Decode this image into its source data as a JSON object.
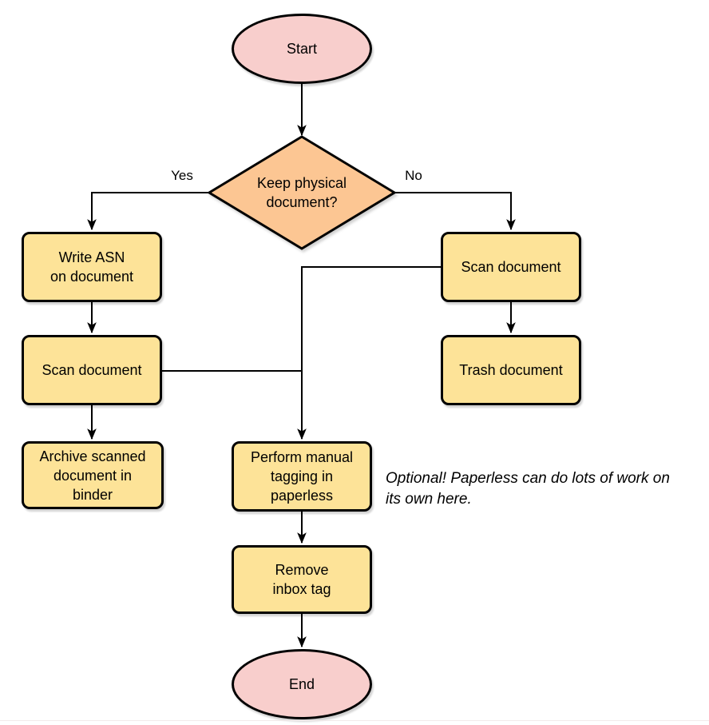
{
  "diagram": {
    "nodes": {
      "start": {
        "label": "Start",
        "type": "terminal"
      },
      "decision": {
        "label": "Keep physical\ndocument?",
        "type": "decision"
      },
      "write_asn": {
        "label": "Write ASN\non document",
        "type": "process"
      },
      "scan_left": {
        "label": "Scan document",
        "type": "process"
      },
      "archive": {
        "label": "Archive scanned\ndocument in\nbinder",
        "type": "process"
      },
      "scan_right": {
        "label": "Scan document",
        "type": "process"
      },
      "trash": {
        "label": "Trash document",
        "type": "process"
      },
      "tagging": {
        "label": "Perform manual\ntagging in\npaperless",
        "type": "process"
      },
      "remove_tag": {
        "label": "Remove\ninbox tag",
        "type": "process"
      },
      "end": {
        "label": "End",
        "type": "terminal"
      }
    },
    "edge_labels": {
      "yes": "Yes",
      "no": "No"
    },
    "note": "Optional! Paperless can do lots of work on\nits own here."
  },
  "colors": {
    "terminal_fill": "#f8cecc",
    "decision_fill": "#fcc693",
    "process_fill": "#fde398",
    "stroke": "#000000",
    "note_text": "#000000",
    "footer_line": "#f2eaea"
  }
}
